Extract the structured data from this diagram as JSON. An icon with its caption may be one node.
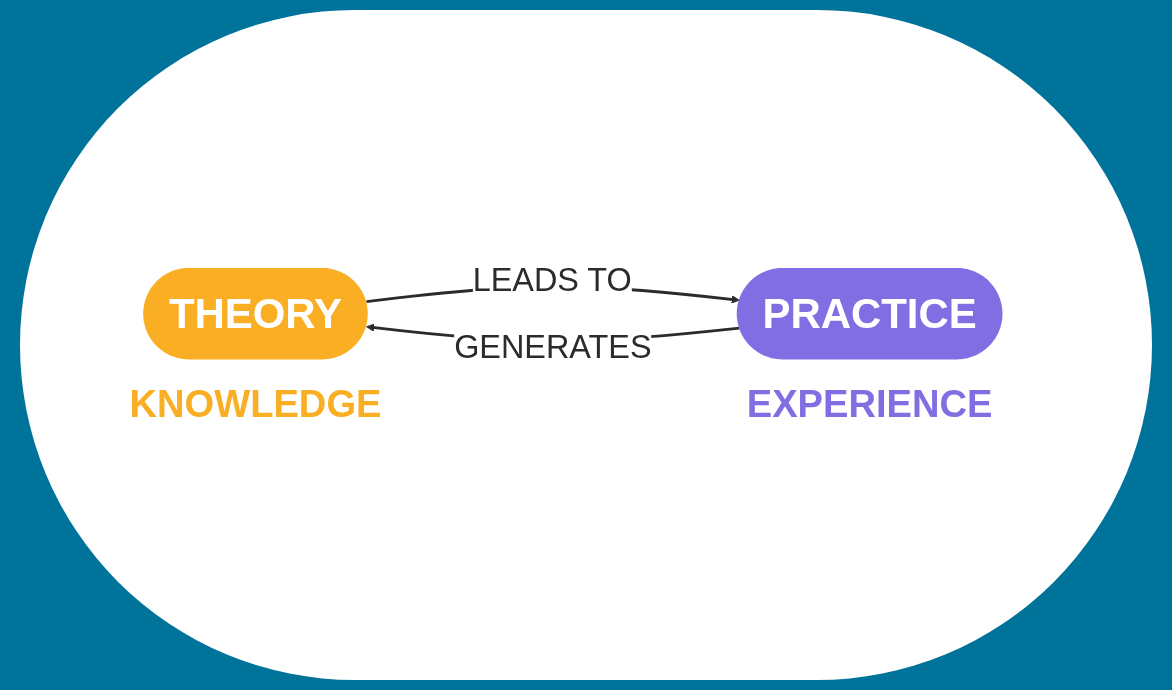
{
  "diagram": {
    "nodes": [
      {
        "text": [
          "THEORY"
        ],
        "beside": [
          "KNOWLEDGE"
        ]
      },
      {
        "text": [
          "PRACTICE"
        ],
        "beside": [
          "EXPERIENCE"
        ]
      }
    ],
    "edges": [
      {
        "from": 0,
        "to": 1,
        "arrow": "to",
        "label": "LEADS TO"
      },
      {
        "from": 1,
        "to": 0,
        "arrow": "to",
        "label": "GENERATES"
      }
    ]
  }
}
